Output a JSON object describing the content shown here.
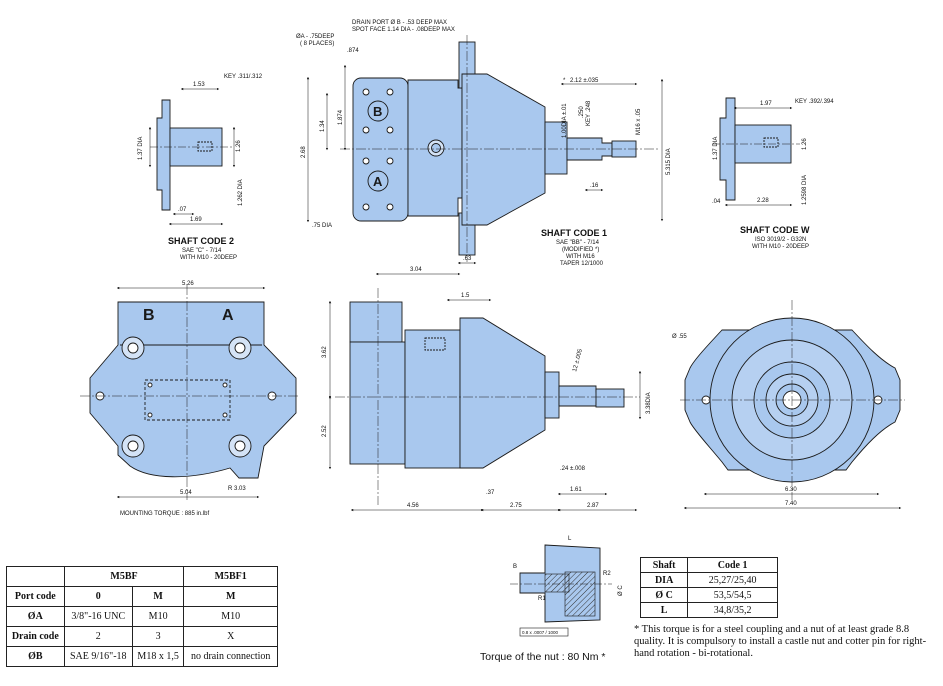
{
  "colors": {
    "body": "#a9c8ee",
    "line": "#1a1a1a"
  },
  "top_views": {
    "shaft2": {
      "title": "SHAFT CODE 2",
      "sub1": "SAE \"C\" - 7/14",
      "sub2": "WITH M10 - 20DEEP",
      "key": "KEY .311/.312",
      "d153": "1.53",
      "d137": "1.37 DIA",
      "d126": "1.26",
      "d1262": "1.262 DIA",
      "d07": ".07",
      "d169": "1.69"
    },
    "side": {
      "drain1": "DRAIN PORT Ø B - .53 DEEP MAX",
      "drain2": "SPOT FACE 1.14 DIA - .08DEEP MAX",
      "holes1": "ØA - .75DEEP",
      "holes2": "( 8 PLACES)",
      "d874": ".874",
      "d1874": "1.874",
      "d134": "1.34",
      "d268": "2.68",
      "d75": ".75 DIA",
      "d212": "2.12 ±.035",
      "d1": "1.00DIA ±.01",
      "d250a": ".250",
      "d250b": "KEY .248",
      "m16": "M16 x .05",
      "d5315": "5.315 DIA",
      "d16": ".16",
      "d63": ".63",
      "d304": "3.04",
      "star": "*",
      "title": "SHAFT CODE 1",
      "sub1": "SAE \"BB\" - 7/14",
      "sub2": "(MODIFIED *)",
      "sub3": "WITH M16",
      "sub4": "TAPER 12/1000",
      "port_a": "A",
      "port_b": "B"
    },
    "shaftW": {
      "title": "SHAFT CODE W",
      "sub1": "ISO 3019/2 - G32N",
      "sub2": "WITH M10 - 20DEEP",
      "key": "KEY .392/.394",
      "d197": "1.97",
      "d126": "1.26",
      "d137": "1.37 DIA",
      "d1": "1.2598 DIA",
      "d04": ".04",
      "d228": "2.28"
    }
  },
  "bottom_views": {
    "front": {
      "a": "A",
      "b": "B",
      "d526": "5.26",
      "d504": "5.04",
      "r303": "R 3.03",
      "torque": "MOUNTING TORQUE : 885 in.lbf"
    },
    "side": {
      "d15": "1.5",
      "d362": "3.62",
      "d252": "2.52",
      "d12": "12 ±.005",
      "d338": "3.38DIA",
      "d24": ".24 ±.008",
      "d37": ".37",
      "d456": "4.56",
      "d275": "2.75",
      "d161": "1.61",
      "d287": "2.87"
    },
    "rear": {
      "d55": "Ø .55",
      "d630": "6.30",
      "d740": "7.40"
    }
  },
  "section": {
    "L": "L",
    "B": "B",
    "R1": "R1",
    "R2": "R2",
    "C": "Ø C",
    "taper": "0.8 x .0007 / 1000",
    "caption": "Torque of the nut : 80 Nm *"
  },
  "ports_table": {
    "header": [
      "",
      "M5BF",
      "M5BF1"
    ],
    "subheader": [
      "Port code",
      "0",
      "M",
      "M"
    ],
    "rows": [
      [
        "ØA",
        "3/8\"-16 UNC",
        "M10",
        "M10"
      ],
      [
        "Drain code",
        "2",
        "3",
        "X"
      ],
      [
        "ØB",
        "SAE 9/16\"-18",
        "M18 x 1,5",
        "no drain connection"
      ]
    ]
  },
  "shaft_table": {
    "header": [
      "Shaft",
      "Code 1"
    ],
    "rows": [
      [
        "DIA",
        "25,27/25,40"
      ],
      [
        "Ø C",
        "53,5/54,5"
      ],
      [
        "L",
        "34,8/35,2"
      ]
    ]
  },
  "footnote": "* This torque is for a steel coupling and a nut of at least grade 8.8 quality. It is compulsory to install a castle nut and cotter pin for right-hand rotation - bi-rotational."
}
